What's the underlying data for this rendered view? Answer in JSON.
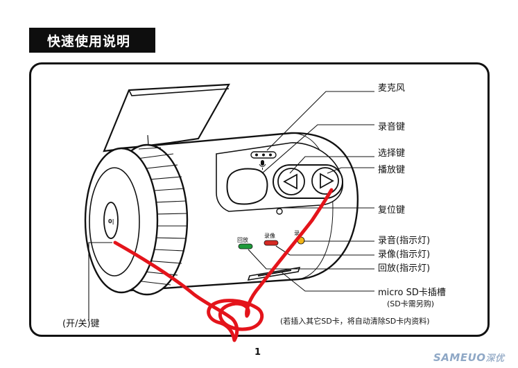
{
  "title": "快速使用说明",
  "callouts": {
    "mic": "麦克风",
    "record_audio_key": "录音键",
    "select_key": "选择键",
    "play_key": "播放键",
    "reset_key": "复位键",
    "record_audio_led": "录音(指示灯)",
    "record_video_led": "录像(指示灯)",
    "playback_led": "回放(指示灯)",
    "sd_slot": "micro SD卡插槽",
    "sd_note": "(SD卡需另购)",
    "power_key": "(开/关)键",
    "sd_warning": "(若插入其它SD卡，将自动清除SD卡内资料)"
  },
  "device_labels": {
    "playback": "回放",
    "record_video": "录像",
    "record_audio": "录"
  },
  "page_number": "1",
  "watermark": {
    "brand": "SAMEUO",
    "brand_cn": "深优"
  },
  "colors": {
    "annotation_red": "#e4141b",
    "led_green": "#1f9a3a",
    "led_red": "#d42a24",
    "led_yellow": "#f1b417"
  }
}
